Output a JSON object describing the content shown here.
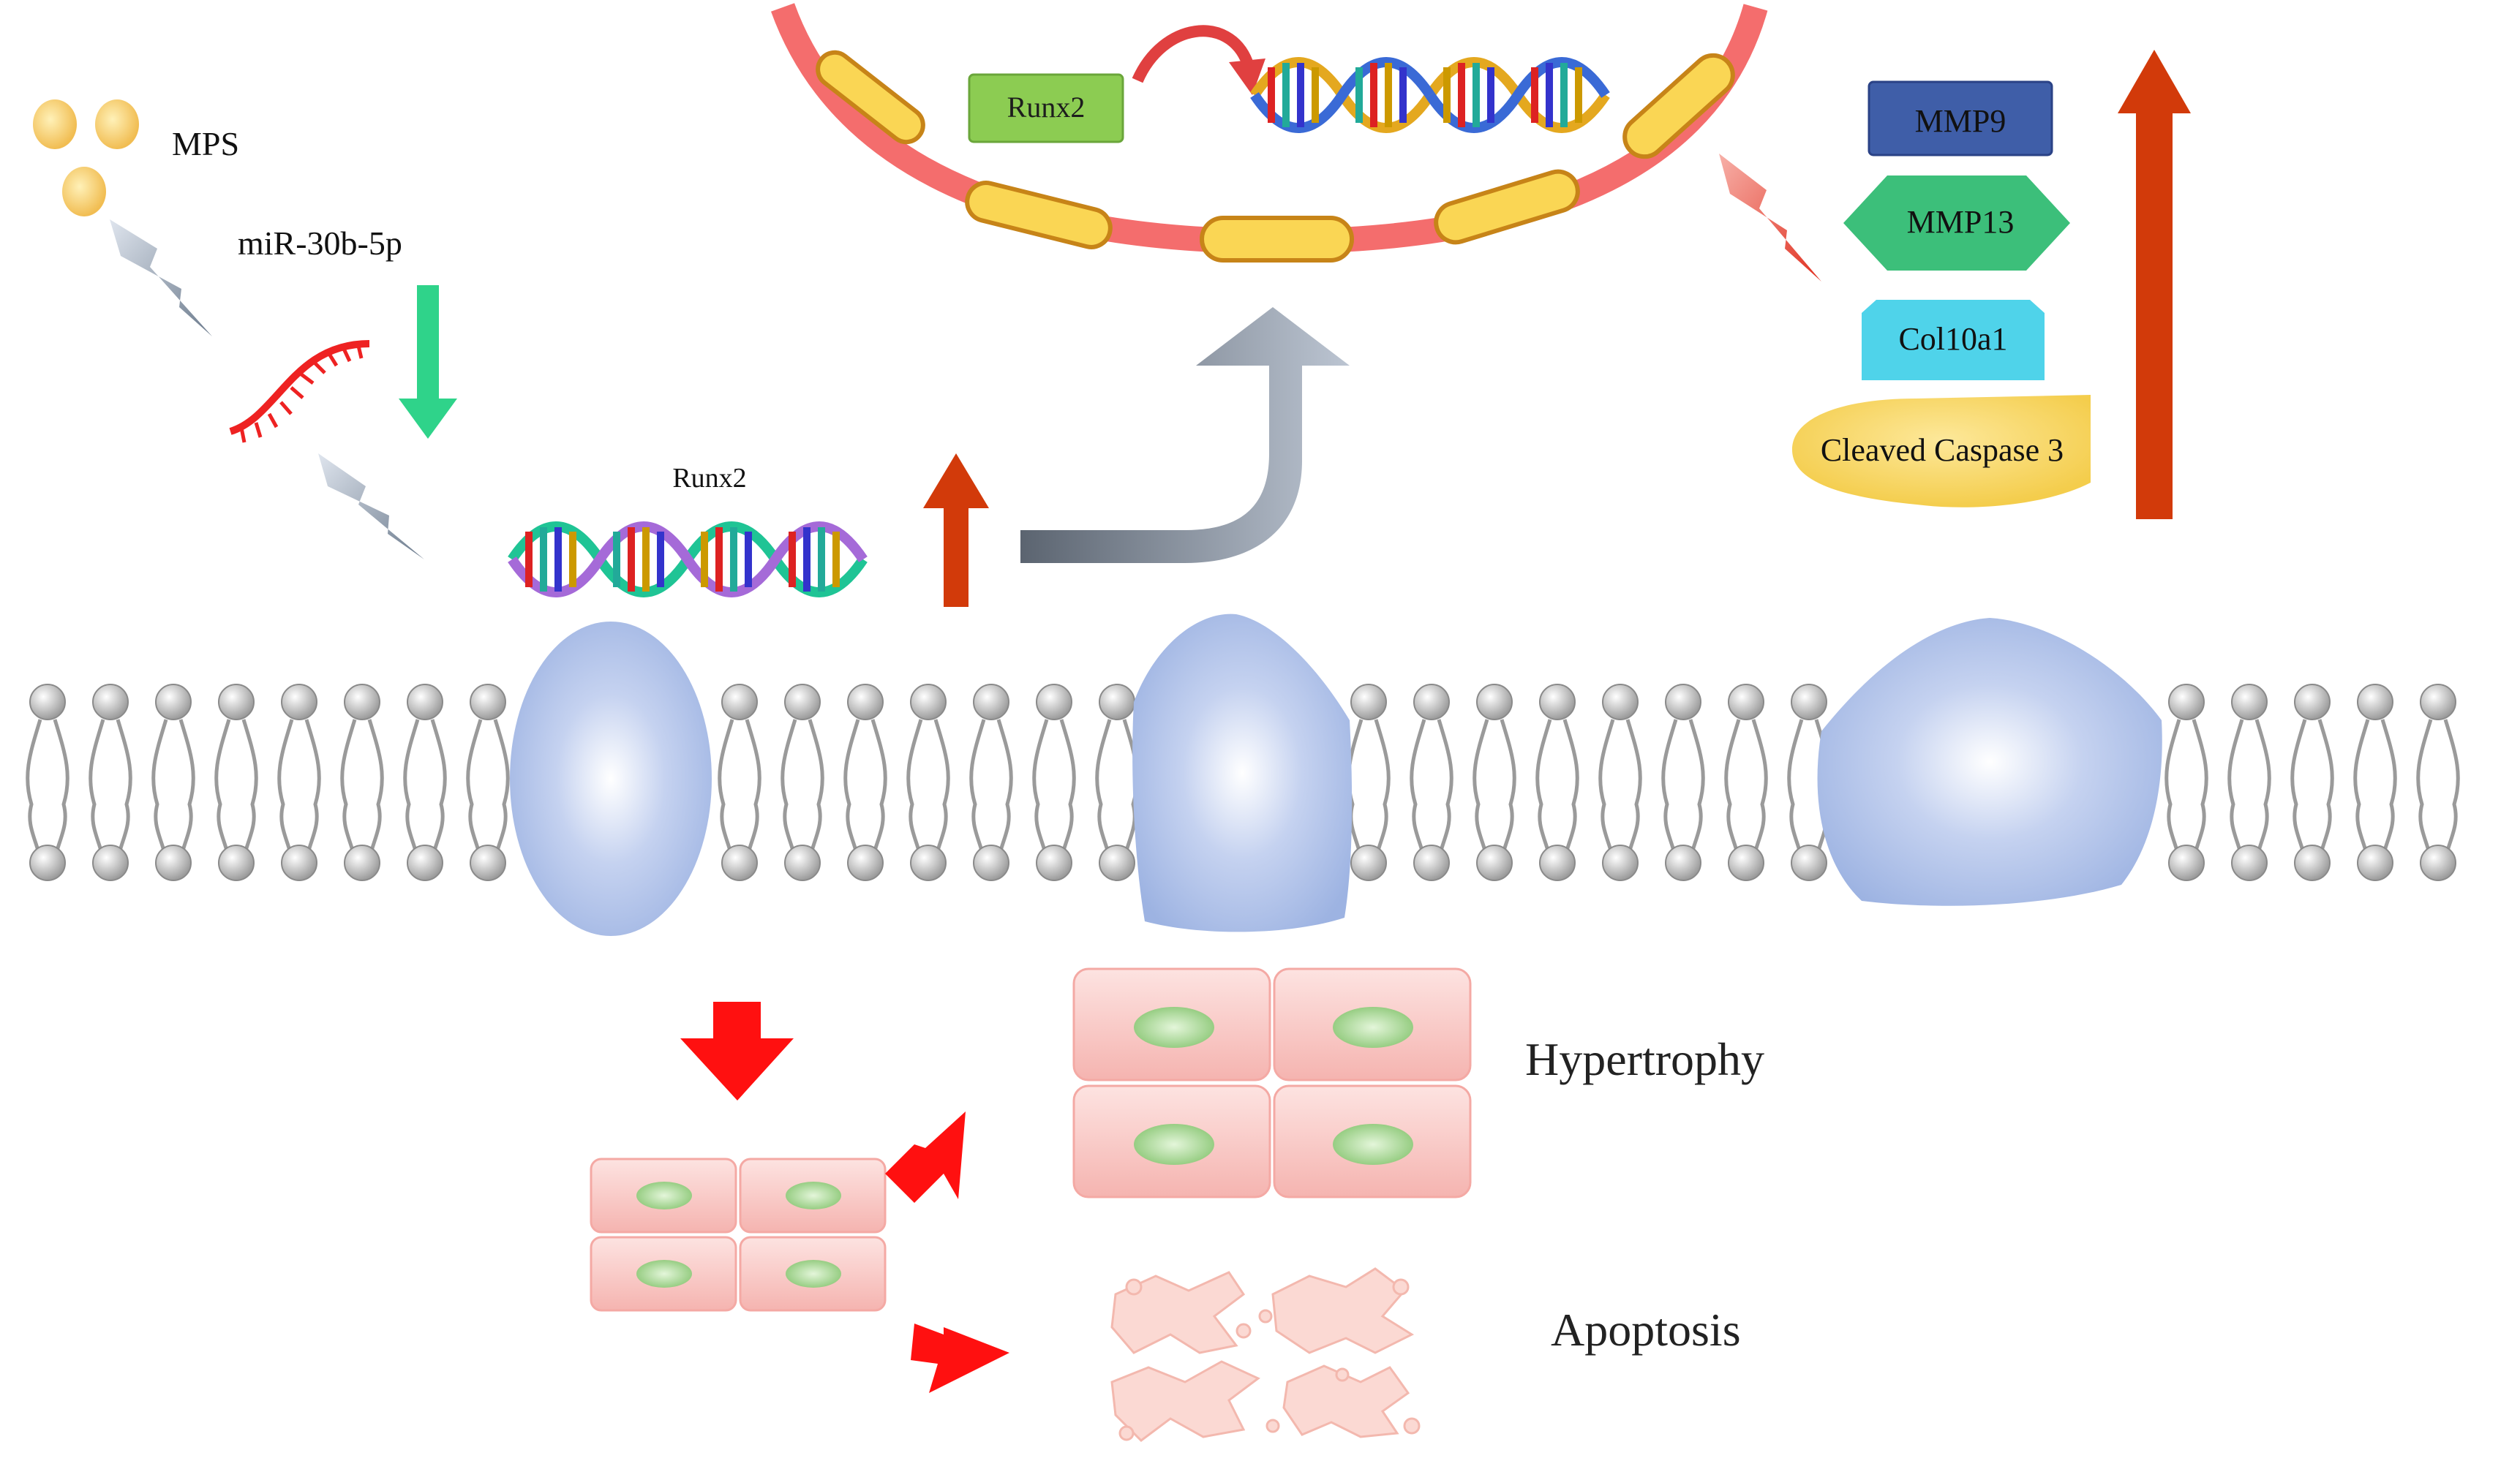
{
  "labels": {
    "mps": "MPS",
    "mirna": "miR-30b-5p",
    "runx2_nucleus": "Runx2",
    "runx2_membrane": "Runx2",
    "hypertrophy": "Hypertrophy",
    "apoptosis": "Apoptosis"
  },
  "markers": [
    {
      "label": "MMP9",
      "shape": "rectangle",
      "color": "#3f5ea8"
    },
    {
      "label": "MMP13",
      "shape": "hexagon",
      "color": "#3cbf7a"
    },
    {
      "label": "Col10a1",
      "shape": "rectangle",
      "color": "#4fd3ea"
    },
    {
      "label": "Cleaved Caspase 3",
      "shape": "ellipse",
      "color": "#f7d45a"
    }
  ],
  "colors": {
    "nucleus_membrane": "#f46d6d",
    "pore": "#f8d24c",
    "dna_strand_a": "#1fc495",
    "dna_strand_b": "#a56ad8",
    "up_arrow": "#d23a0a",
    "down_arrow": "#2fd38a",
    "red_arrow": "#ff1010",
    "receptor": "#aebfe6",
    "cell_fill": "#f9c5c2",
    "nucleus_cell": "#9fd38c"
  },
  "icons": [
    "lightning-icon",
    "mirna-icon",
    "dna-helix-icon",
    "curved-arrow-icon",
    "lipid-bilayer-icon"
  ]
}
